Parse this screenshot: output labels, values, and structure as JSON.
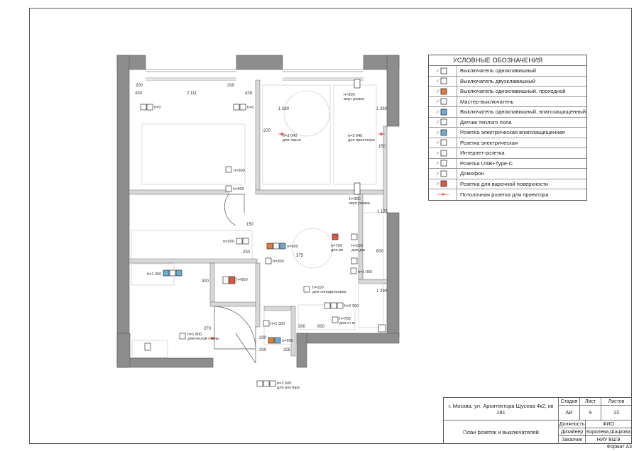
{
  "legend": {
    "title": "УСЛОВНЫЕ ОБОЗНАЧЕНИЯ",
    "items": [
      {
        "label": "Выключатель одноклавишный",
        "icon": "single-switch-icon",
        "color": "#ffffff"
      },
      {
        "label": "Выключатель двухклавишный",
        "icon": "double-switch-icon",
        "color": "#ffffff"
      },
      {
        "label": "Выключатель одноклавишный, проходной",
        "icon": "passthrough-switch-icon",
        "color": "#e07b39"
      },
      {
        "label": "Мастер-выключатель",
        "icon": "master-switch-icon",
        "color": "#ffffff"
      },
      {
        "label": "Выключатель одноклавишный, влагозащищенный",
        "icon": "waterproof-switch-icon",
        "color": "#6aaed6"
      },
      {
        "label": "Датчик теплого пола",
        "icon": "floor-sensor-icon",
        "color": "#ffffff"
      },
      {
        "label": "Розетка электрическая влагозащищенная",
        "icon": "waterproof-socket-icon",
        "color": "#6aaed6"
      },
      {
        "label": "Розетка электрическая",
        "icon": "socket-icon",
        "color": "#ffffff"
      },
      {
        "label": "Интернет-розетка",
        "icon": "internet-socket-icon",
        "color": "#ffffff"
      },
      {
        "label": "Розетка USB+Type-C",
        "icon": "usb-socket-icon",
        "color": "#ffffff"
      },
      {
        "label": "Домофон",
        "icon": "intercom-icon",
        "color": "#ffffff"
      },
      {
        "label": "Розетка для варочной поверхности",
        "icon": "cooktop-socket-icon",
        "color": "#e0553e"
      },
      {
        "label": "Потолочная розетка для проектора",
        "icon": "ceiling-socket-icon",
        "color": "#e0553e"
      }
    ]
  },
  "plan": {
    "dims": [
      "200",
      "430",
      "2 111",
      "200",
      "429",
      "1 280",
      "1 280",
      "370",
      "150",
      "150",
      "1 175",
      "230",
      "375",
      "600",
      "320",
      "1 290",
      "300",
      "600",
      "200",
      "270",
      "200",
      "205"
    ],
    "marks": [
      "h=0",
      "h=0",
      "h=300\nверт рамка",
      "h=3 040\nдля экрна",
      "h=3 040\nдля проектора",
      "h=300",
      "h=900",
      "h=300\nверт рамка",
      "h=300",
      "h=900",
      "h=700\nдля вп",
      "h=100\nдля дш",
      "h=300",
      "h=1 050",
      "h=1 050",
      "h=900",
      "h=100\nдля холодильника",
      "h=1 200",
      "h=700\nдля ст м",
      "h=1 800\nдлятеплой стены",
      "h=1 300",
      "h=900",
      "h=2 600\nдля роутера"
    ]
  },
  "stamp": {
    "address": "г. Москва, ул. Архитектора Щусева 4к2, кв 181",
    "sheet_title": "План розеток и выключателей",
    "stage_label": "Стадия",
    "stage_value": "АИ",
    "sheet_label": "Лист",
    "sheet_value": "9",
    "sheets_label": "Листов",
    "sheets_value": "13",
    "position_label": "Должность",
    "name_label": "ФИО",
    "designer_label": "Дизайнер",
    "designer_value": "Королева,Шацкова",
    "customer_label": "Заказчик",
    "customer_value": "НИУ ВШЭ"
  },
  "format": "Формат А3",
  "colors": {
    "wall": "#8a8a8a",
    "orange": "#e07b39",
    "blue": "#6aaed6",
    "red": "#e0553e",
    "line": "#555555"
  }
}
